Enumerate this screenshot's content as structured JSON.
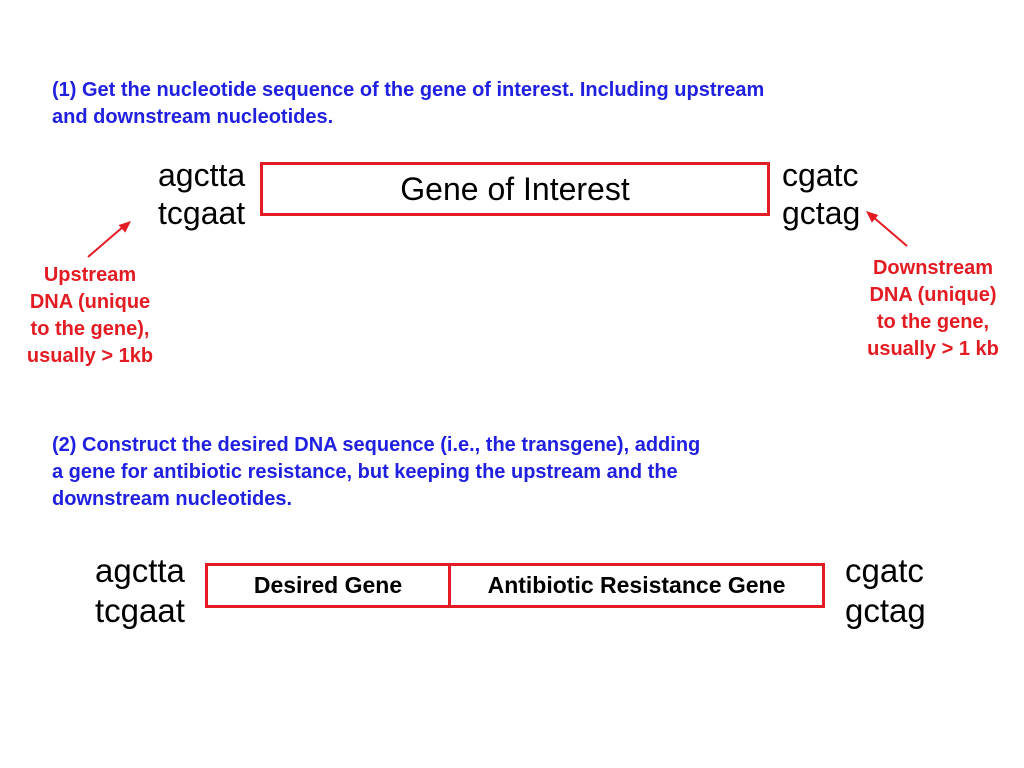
{
  "colors": {
    "instruction_text": "#2020e0",
    "annotation_text": "#e31b23",
    "box_border": "#e31b23"
  },
  "step1": {
    "lines": [
      "(1) Get the nucleotide sequence of the gene of interest. Including upstream",
      "and downstream nucleotides."
    ]
  },
  "diagram1": {
    "left_seq": [
      "agctta",
      "tcgaat"
    ],
    "box_label": "Gene of Interest",
    "right_seq": [
      "cgatc",
      "gctag"
    ]
  },
  "upstream_note": {
    "lines": [
      "Upstream",
      "DNA (unique",
      "to the gene),",
      "usually > 1kb"
    ]
  },
  "downstream_note": {
    "lines": [
      "Downstream",
      "DNA (unique)",
      "to the gene,",
      "usually > 1 kb"
    ]
  },
  "step2": {
    "lines": [
      "(2) Construct the desired DNA sequence (i.e., the transgene), adding",
      "a gene for antibiotic resistance, but keeping the upstream and the",
      "downstream nucleotides."
    ]
  },
  "diagram2": {
    "left_seq": [
      "agctta",
      "tcgaat"
    ],
    "cells": [
      "Desired Gene",
      "Antibiotic Resistance Gene"
    ],
    "right_seq": [
      "cgatc",
      "gctag"
    ]
  }
}
